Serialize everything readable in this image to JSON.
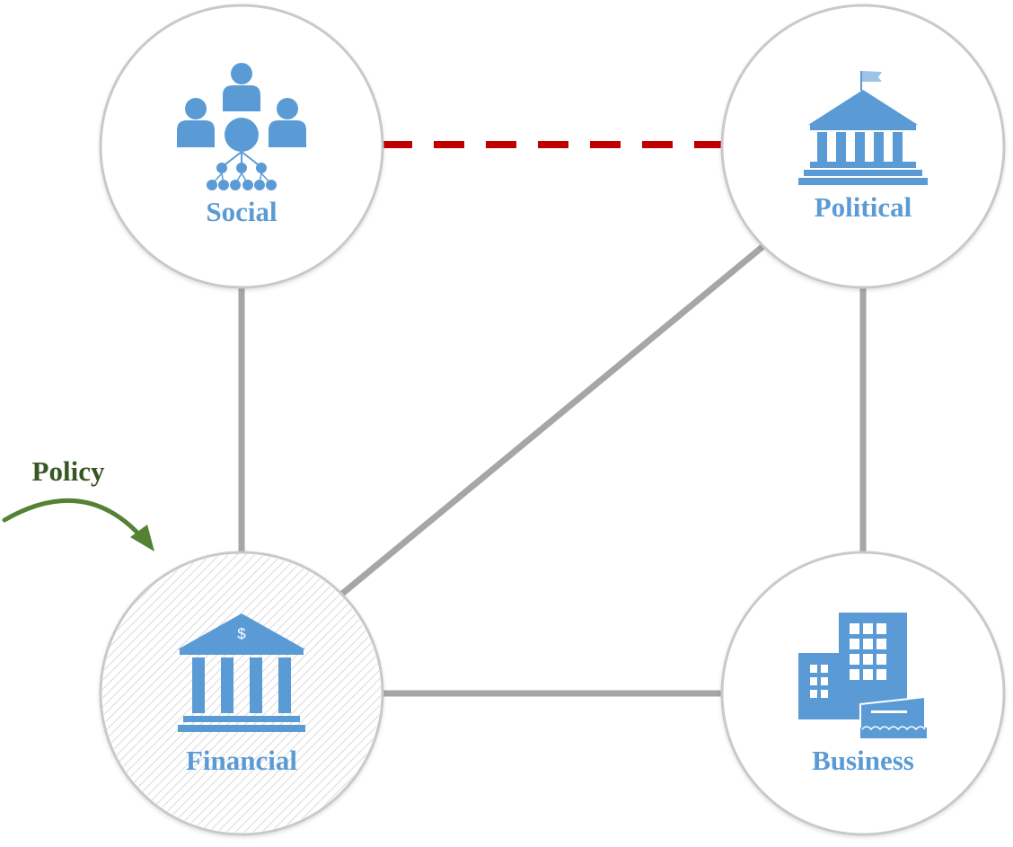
{
  "colors": {
    "node_border": "#c9c9c9",
    "node_fill": "#ffffff",
    "icon_blue": "#5b9bd5",
    "label_blue": "#5b9bd5",
    "link_gray": "#a6a6a6",
    "dashed_red": "#c00000",
    "policy_green": "#548235",
    "policy_text": "#375623",
    "hatch": "#d0d0d0"
  },
  "nodes": {
    "social": {
      "label": "Social",
      "icon": "people-hierarchy-icon"
    },
    "political": {
      "label": "Political",
      "icon": "government-building-icon"
    },
    "financial": {
      "label": "Financial",
      "icon": "bank-icon",
      "symbol": "$"
    },
    "business": {
      "label": "Business",
      "icon": "office-buildings-icon"
    }
  },
  "links": [
    {
      "from": "social",
      "to": "political",
      "style": "dashed"
    },
    {
      "from": "social",
      "to": "financial",
      "style": "solid"
    },
    {
      "from": "political",
      "to": "financial",
      "style": "solid"
    },
    {
      "from": "political",
      "to": "business",
      "style": "solid"
    },
    {
      "from": "financial",
      "to": "business",
      "style": "solid"
    }
  ],
  "policy": {
    "label": "Policy",
    "target": "financial"
  }
}
